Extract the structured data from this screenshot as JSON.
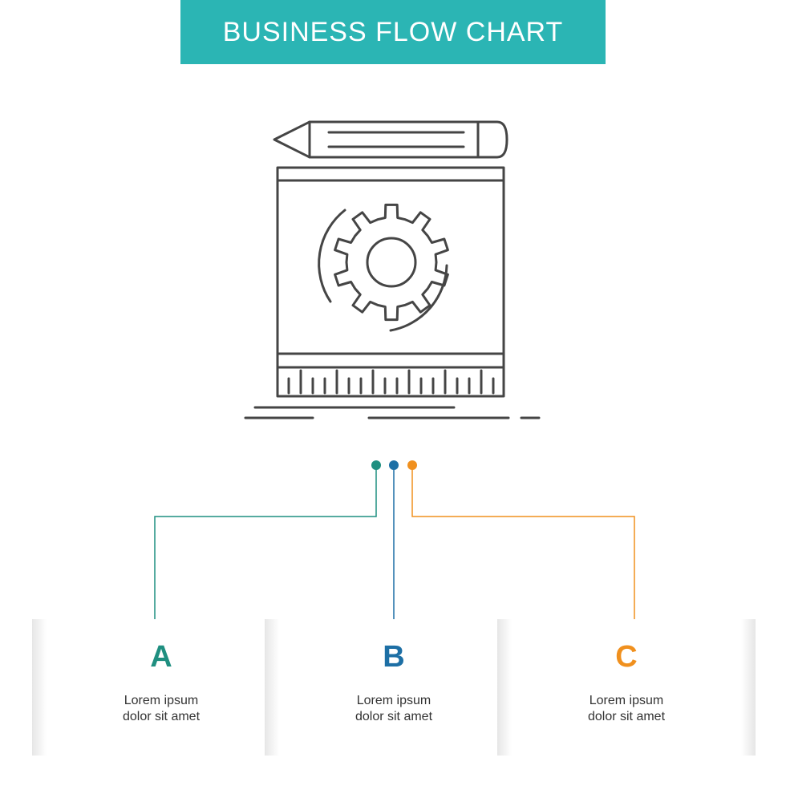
{
  "title": "BUSINESS FLOW CHART",
  "colors": {
    "banner": "#2bb5b4",
    "a": "#1f8f80",
    "b": "#1d6fa5",
    "c": "#f0901e",
    "icon_stroke": "#454545"
  },
  "icon": "blueprint-gear-pencil-ruler-icon",
  "steps": [
    {
      "letter": "A",
      "line1": "Lorem ipsum",
      "line2": "dolor sit amet"
    },
    {
      "letter": "B",
      "line1": "Lorem ipsum",
      "line2": "dolor sit amet"
    },
    {
      "letter": "C",
      "line1": "Lorem ipsum",
      "line2": "dolor sit amet"
    }
  ]
}
